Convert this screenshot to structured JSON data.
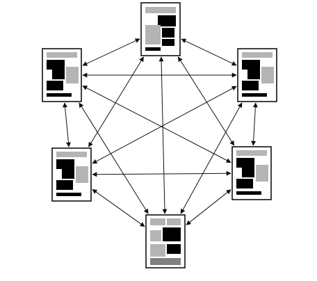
{
  "diagram": {
    "nodes": [
      {
        "id": "top",
        "layout": "A"
      },
      {
        "id": "upper-left",
        "layout": "B"
      },
      {
        "id": "upper-right",
        "layout": "B"
      },
      {
        "id": "lower-left",
        "layout": "B"
      },
      {
        "id": "lower-right",
        "layout": "B"
      },
      {
        "id": "bottom",
        "layout": "C"
      }
    ],
    "edges": [
      [
        "upper-left",
        "top"
      ],
      [
        "top",
        "upper-right"
      ],
      [
        "upper-left",
        "upper-right"
      ],
      [
        "upper-left",
        "lower-left"
      ],
      [
        "upper-right",
        "lower-right"
      ],
      [
        "lower-left",
        "lower-right"
      ],
      [
        "lower-left",
        "bottom"
      ],
      [
        "lower-right",
        "bottom"
      ],
      [
        "top",
        "bottom"
      ],
      [
        "top",
        "lower-left"
      ],
      [
        "top",
        "lower-right"
      ],
      [
        "upper-left",
        "lower-right"
      ],
      [
        "upper-left",
        "bottom"
      ],
      [
        "upper-right",
        "lower-left"
      ],
      [
        "upper-right",
        "bottom"
      ]
    ],
    "edge_style": "bidirectional-arrow",
    "colors": {
      "line": "#111111",
      "dark_block": "#000000",
      "light_block": "#b4b4b4",
      "mid_block": "#808080",
      "page": "#ffffff"
    }
  }
}
